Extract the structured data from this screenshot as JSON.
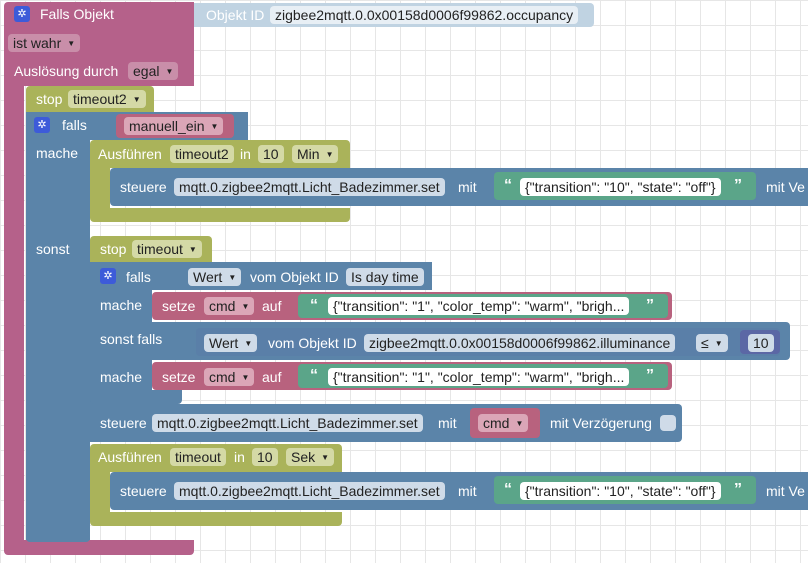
{
  "event": {
    "label": "Falls Objekt",
    "object_id_label": "Objekt ID",
    "object_id": "zigbee2mqtt.0.0x00158d0006f99862.occupancy",
    "condition": "ist wahr",
    "trigger_label": "Auslösung durch",
    "trigger_value": "egal"
  },
  "stop1": {
    "label": "stop",
    "timer": "timeout2"
  },
  "if1": {
    "falls": "falls",
    "var": "manuell_ein",
    "mache": "mache",
    "sonst": "sonst"
  },
  "exec1": {
    "label": "Ausführen",
    "timer": "timeout2",
    "in": "in",
    "value": "10",
    "unit": "Min",
    "control": {
      "label": "steuere",
      "target": "mqtt.0.zigbee2mqtt.Licht_Badezimmer.set",
      "mit": "mit",
      "string": "{\"transition\": \"10\", \"state\": \"off\"}",
      "delay": "mit Ve"
    }
  },
  "stop2": {
    "label": "stop",
    "timer": "timeout"
  },
  "if2": {
    "falls": "falls",
    "wert": "Wert",
    "vom": "vom Objekt ID",
    "obj": "Is day time",
    "mache": "mache",
    "sonst_falls": "sonst falls",
    "set1": {
      "label": "setze",
      "var": "cmd",
      "auf": "auf",
      "string": "{\"transition\": \"1\", \"color_temp\": \"warm\", \"brigh..."
    },
    "cond": {
      "wert": "Wert",
      "vom": "vom Objekt ID",
      "obj": "zigbee2mqtt.0.0x00158d0006f99862.illuminance",
      "op": "≤",
      "value": "10"
    },
    "mache2": "mache",
    "set2": {
      "label": "setze",
      "var": "cmd",
      "auf": "auf",
      "string": "{\"transition\": \"1\", \"color_temp\": \"warm\", \"brigh..."
    }
  },
  "control2": {
    "label": "steuere",
    "target": "mqtt.0.zigbee2mqtt.Licht_Badezimmer.set",
    "mit": "mit",
    "var": "cmd",
    "delay": "mit Verzögerung"
  },
  "exec2": {
    "label": "Ausführen",
    "timer": "timeout",
    "in": "in",
    "value": "10",
    "unit": "Sek",
    "control": {
      "label": "steuere",
      "target": "mqtt.0.zigbee2mqtt.Licht_Badezimmer.set",
      "mit": "mit",
      "string": "{\"transition\": \"10\", \"state\": \"off\"}",
      "delay": "mit Ve"
    }
  },
  "colors": {
    "event": "#b5618a",
    "timer": "#aab35a",
    "logic": "#5b84a9",
    "string": "#5ba589",
    "variable": "#b8627e"
  },
  "icons": {
    "settings": "gear-icon",
    "dropdown": "chevron-down-icon",
    "quote": "quote-icon"
  }
}
